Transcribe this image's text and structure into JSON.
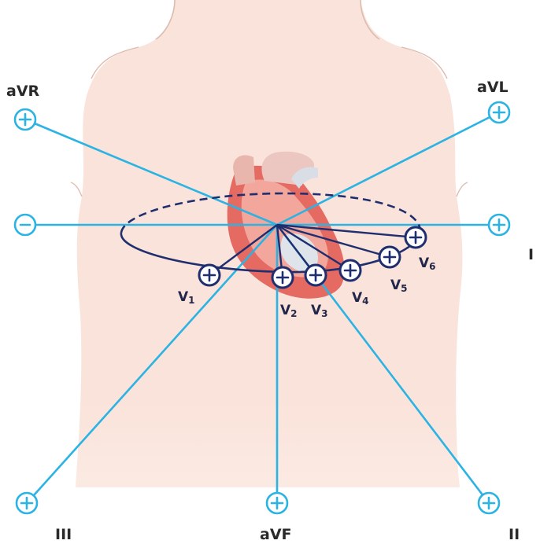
{
  "limb_leads": {
    "aVR": "aVR",
    "aVL": "aVL",
    "I": "I",
    "II": "II",
    "III": "III",
    "aVF": "aVF"
  },
  "precordial_leads": [
    {
      "letter": "V",
      "num": "1"
    },
    {
      "letter": "V",
      "num": "2"
    },
    {
      "letter": "V",
      "num": "3"
    },
    {
      "letter": "V",
      "num": "4"
    },
    {
      "letter": "V",
      "num": "5"
    },
    {
      "letter": "V",
      "num": "6"
    }
  ],
  "symbols": {
    "positive": "plus",
    "negative": "minus"
  },
  "colors": {
    "limb_lead": "#2bb3e4",
    "precordial": "#1f2e6e",
    "skin": "#fae3da",
    "skin_outline": "#ddbcb0",
    "heart": "#e46a62"
  }
}
